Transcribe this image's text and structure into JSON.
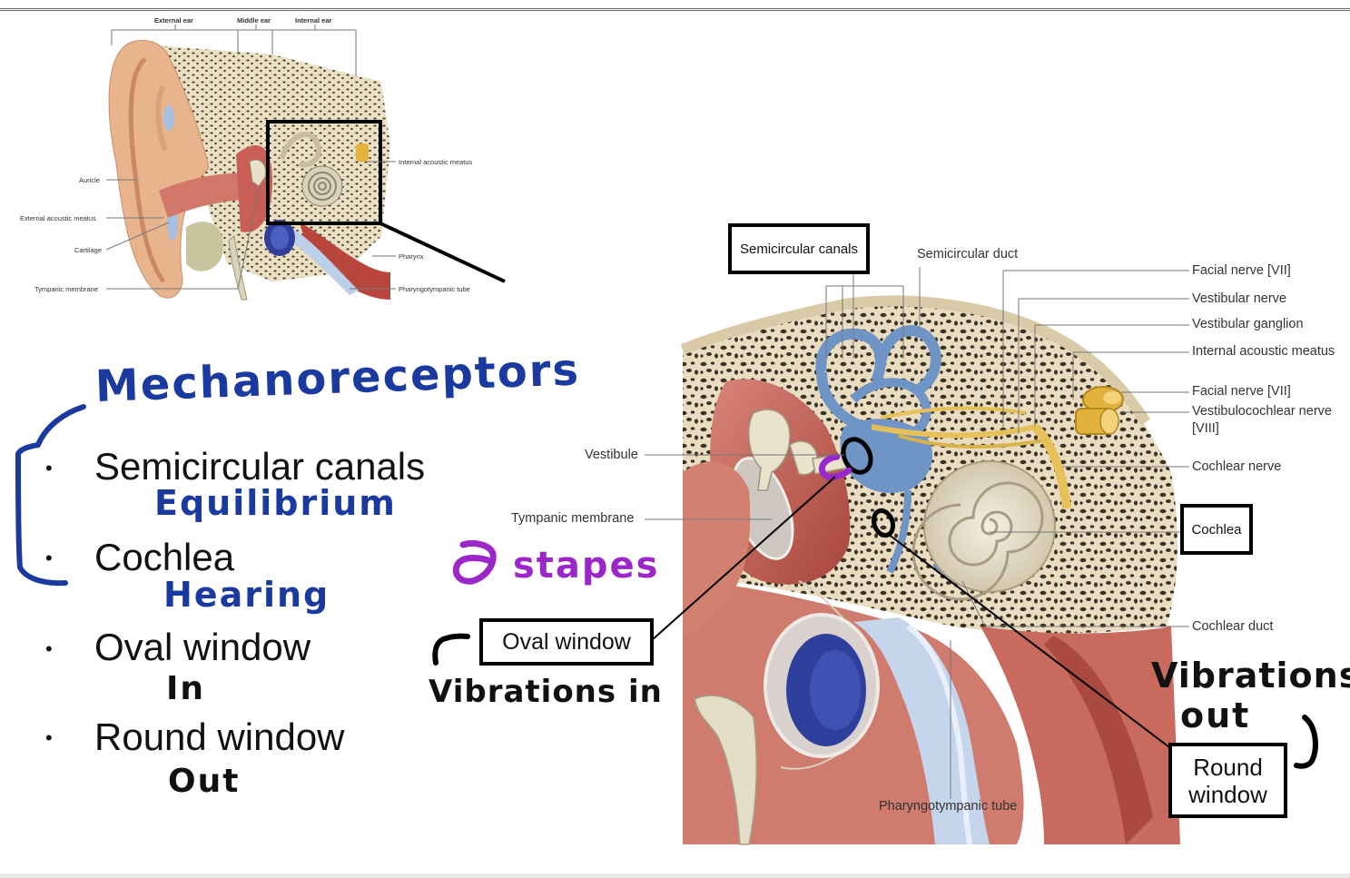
{
  "small_diagram": {
    "header_labels": [
      "External ear",
      "Middle ear",
      "Internal ear"
    ],
    "left_labels": [
      "Auricle",
      "External acoustic meatus",
      "Cartilage",
      "Tympanic membrane"
    ],
    "right_labels": [
      "Internal acoustic meatus",
      "Pharynx",
      "Pharyngotympanic tube"
    ]
  },
  "large_diagram": {
    "left_labels": [
      "Vestibule",
      "Tympanic membrane"
    ],
    "top_labels": [
      "Semicircular duct"
    ],
    "right_labels": [
      "Facial nerve [VII]",
      "Vestibular nerve",
      "Vestibular ganglion",
      "Internal acoustic meatus",
      "Facial nerve [VII]",
      "Vestibulocochlear nerve",
      "[VIII]",
      "Cochlear nerve",
      "Cochlear duct"
    ],
    "bottom_labels": [
      "Pharyngotympanic tube"
    ],
    "boxed_labels": {
      "semicircular_canals": "Semicircular canals",
      "cochlea": "Cochlea",
      "oval_window": "Oval window",
      "round_window_line1": "Round",
      "round_window_line2": "window"
    }
  },
  "notes": {
    "heading": "Mechanoreceptors",
    "bullets": [
      {
        "text": "Semicircular canals",
        "note": "Equilibrium"
      },
      {
        "text": "Cochlea",
        "note": "Hearing"
      },
      {
        "text": "Oval window",
        "note": "In"
      },
      {
        "text": "Round window",
        "note": "Out"
      }
    ],
    "stapes": "stapes",
    "vibrations_in": "Vibrations in",
    "vibrations_out_1": "Vibrations",
    "vibrations_out_2": "out"
  },
  "colors": {
    "handwriting_blue": "#1a3aa0",
    "handwriting_purple": "#9b27c9",
    "bone": "#e8dcc0",
    "membrane_blue": "#6f95c7",
    "tissue_red": "#c8675a",
    "vessel_blue": "#2e3f9c"
  }
}
